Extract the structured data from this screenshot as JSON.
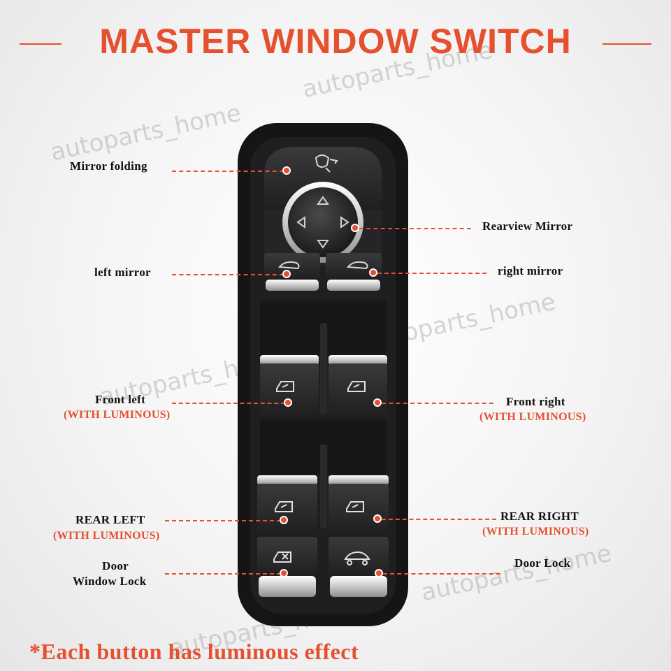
{
  "title": "MASTER WINDOW SWITCH",
  "labels": {
    "mirror_folding": "Mirror folding",
    "rearview_mirror": "Rearview Mirror",
    "left_mirror": "left mirror",
    "right_mirror": "right mirror",
    "front_left": "Front left",
    "front_right": "Front right",
    "rear_left": "REAR LEFT",
    "rear_right": "REAR RIGHT",
    "with_luminous": "(WITH LUMINOUS)",
    "door_window_lock_line1": "Door",
    "door_window_lock_line2": "Window Lock",
    "door_lock": "Door Lock"
  },
  "footer": "*Each button has luminous effect",
  "watermark": "autoparts_home",
  "colors": {
    "accent": "#e5502f",
    "panel": "#1c1c1e",
    "button": "#2a2a2c",
    "chrome": "#e8e8e8"
  }
}
